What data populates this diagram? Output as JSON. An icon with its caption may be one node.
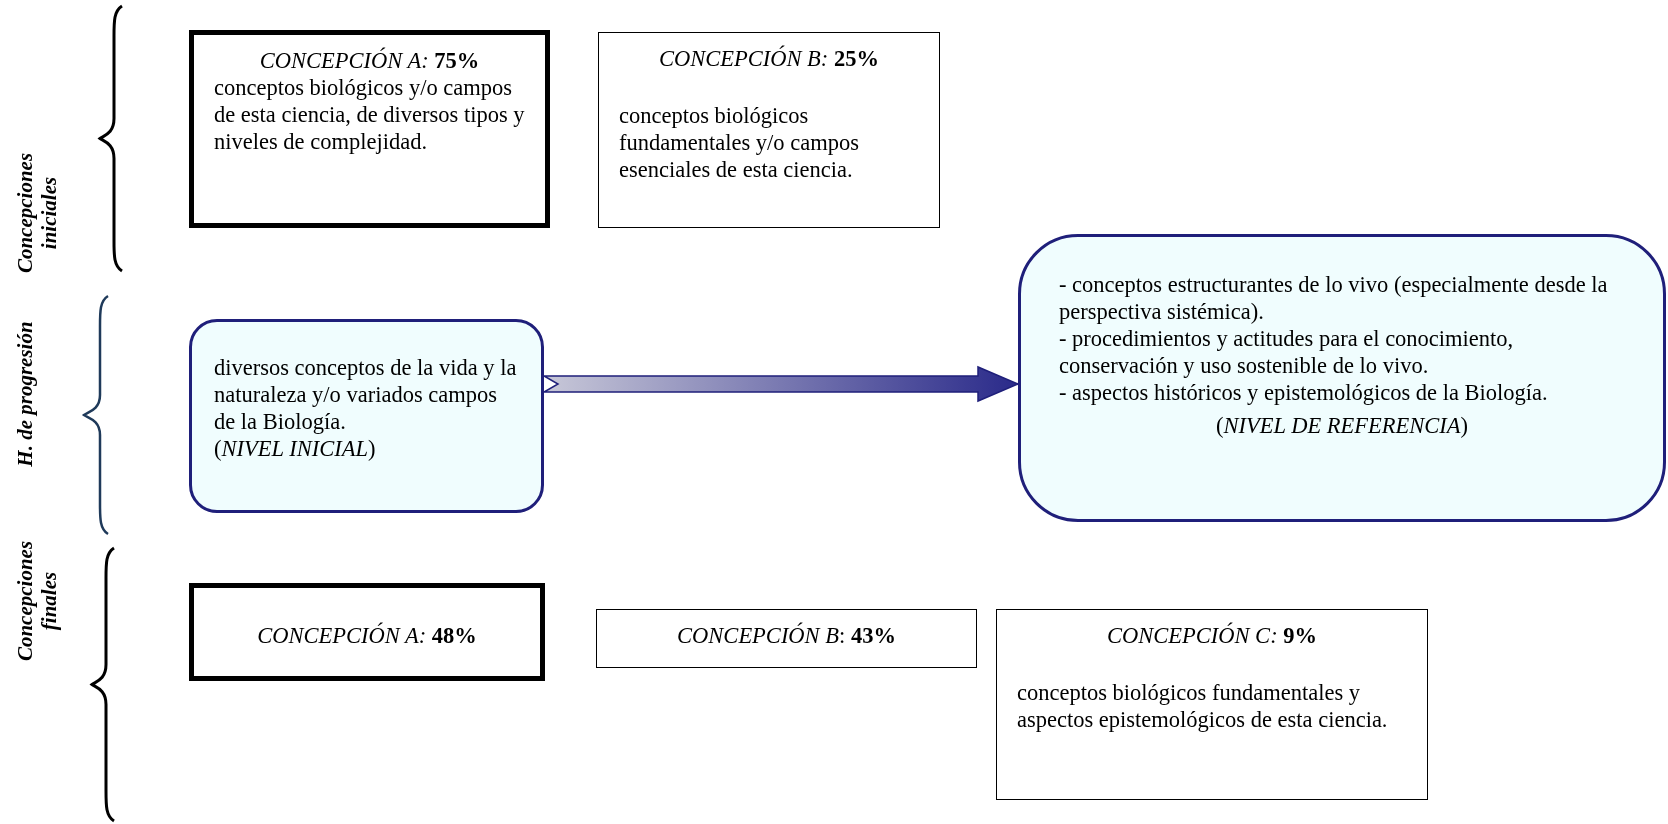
{
  "diagram": {
    "nodes": [
      {
        "text": [
          "*CONCEPCIÓN A:* **75%**",
          "conceptos biológicos y/o campos de esta ciencia, de diversos tipos y niveles de complejidad."
        ]
      },
      {
        "text": [
          "*CONCEPCIÓN B:* **25%**",
          "conceptos biológicos fundamentales y/o campos esenciales de esta ciencia."
        ]
      },
      {
        "text": [
          "diversos conceptos de la vida y la naturaleza y/o variados campos de la Biología.",
          "(*NIVEL INICIAL*)"
        ]
      },
      {
        "text": [
          "- conceptos estructurantes de lo vivo (especialmente desde la perspectiva sistémica).",
          "- procedimientos y actitudes para el conocimiento, conservación y uso sostenible de lo vivo.",
          "- aspectos históricos y epistemológicos de la Biología.",
          "(*NIVEL DE REFERENCIA*)"
        ]
      },
      {
        "text": [
          "*CONCEPCIÓN A:* **48%**"
        ]
      },
      {
        "text": [
          "*CONCEPCIÓN B*: **43%**"
        ]
      },
      {
        "text": [
          "*CONCEPCIÓN C:* **9%**",
          "conceptos biológicos fundamentales y aspectos epistemológicos de esta ciencia."
        ]
      }
    ],
    "edges": [
      {
        "from": 2,
        "to": 3,
        "arrow": "to"
      }
    ],
    "labels": [
      "Concepciones iniciales",
      "H. de progresión",
      "Concepciones finales"
    ]
  }
}
